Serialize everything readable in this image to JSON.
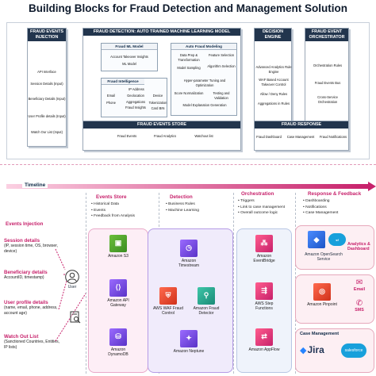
{
  "title": "Building Blocks for Fraud Detection and Management Solution",
  "top": {
    "ingestion": {
      "header": "FRAUD EVENTS INJECTION",
      "items": [
        "API Interface",
        "Session Details (Input)",
        "Beneficiary Details (Input)",
        "User Profile details (Input)",
        "Watch Our List (Input)"
      ]
    },
    "auto_ml": {
      "header": "FRAUD DETECTION: AUTO TRAINED MACHINE LEARNING MODEL",
      "ml_model": {
        "header": "Fraud ML Model",
        "items": [
          "Account Takeover Insights",
          "ML Model"
        ]
      },
      "auto_modeling": {
        "header": "Auto Fraud Modeling",
        "items": [
          "Data Prep & Transformation",
          "Feature Selection",
          "Model Sampling",
          "Algorithm Selection",
          "Hyper-parameter Tuning and Optimization",
          "Score Normalization",
          "Testing and Validation",
          "Model Explanation Generation"
        ]
      },
      "intelligence": {
        "header": "Fraud Intelligence",
        "items": [
          "IP Address",
          "Email",
          "Geolocation",
          "Device",
          "Phone",
          "Aggregations",
          "Tokenization",
          "Fraud Insights",
          "Card BIN"
        ]
      }
    },
    "decision": {
      "header": "DECISION ENGINE",
      "items": [
        "Advanced Analytics Rule Engine",
        "WAF Based Account Takeover Control",
        "Allow / Deny Rules",
        "Aggregations in Rules"
      ]
    },
    "orchestrator": {
      "header": "FRAUD EVENT ORCHESTRATOR",
      "items": [
        "Orchestration Rules",
        "Fraud Events Bus",
        "Cross-Service Orchestration"
      ]
    },
    "store": {
      "header": "FRAUD EVENTS STORE",
      "items": [
        "Fraud Events",
        "Fraud Analytics",
        "Watchout list"
      ]
    },
    "response": {
      "header": "FRAUD RESPONSE",
      "items": [
        "Fraud Dashboard",
        "Case Management",
        "Fraud Notifications"
      ]
    }
  },
  "timeline": {
    "label": "Timeline",
    "left": {
      "header": "Events Injection",
      "items": [
        {
          "title": "Session details",
          "sub": "(IP, session time, OS, browser, device)"
        },
        {
          "title": "Beneficiary details",
          "sub": "AccountID, timestamp)"
        },
        {
          "title": "User profile details",
          "sub": "(name, email, phone, address, account age)"
        },
        {
          "title": "Watch Out List",
          "sub": "(Sanctioned Countries, Entities, IP lists)"
        }
      ],
      "user_label": "User"
    },
    "columns": [
      {
        "header": "Events Store",
        "bullets": [
          "Historical Data",
          "Events",
          "Feedback from Analysis"
        ]
      },
      {
        "header": "Detection",
        "bullets": [
          "Business Rules",
          "Machine Learning"
        ]
      },
      {
        "header": "Orchestration",
        "bullets": [
          "Triggers",
          "Link to case management",
          "Overall outcome logic"
        ]
      },
      {
        "header": "Response & Feedback",
        "bullets": [
          "Dashboarding",
          "Notifications",
          "Case Management"
        ]
      }
    ],
    "services": {
      "s3": "Amazon S3",
      "apigw": "Amazon API Gateway",
      "dynamo": "Amazon DynamoDB",
      "timestream": "Amazon Timestream",
      "waf": "AWS WAF Fraud Control",
      "frauddetector": "Amazon Fraud Detector",
      "neptune": "Amazon Neptune",
      "eventbridge": "Amazon EventBridge",
      "stepfunctions": "AWS Step Functions",
      "appflow": "Amazon AppFlow",
      "opensearch": "Amazon OpenSearch Service",
      "pinpoint": "Amazon Pinpoint",
      "analytics": "Analytics & Dashboard",
      "email": "Email",
      "sms": "SMS",
      "case_mgmt": "Case Management",
      "jira": "Jira",
      "salesforce": "salesforce"
    }
  }
}
